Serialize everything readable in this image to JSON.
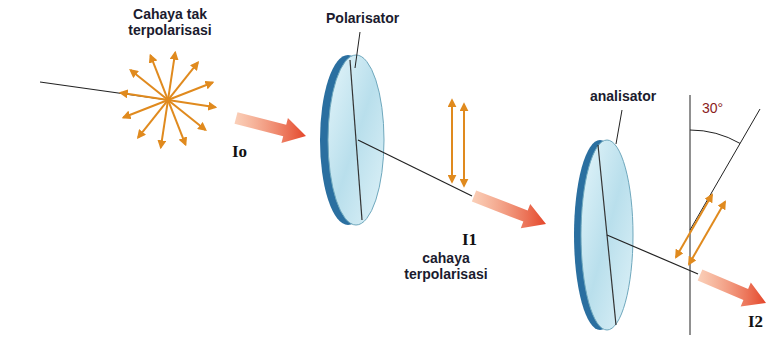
{
  "diagram": {
    "labels": [
      "Cahaya tak terpolarisasi",
      "Polarisator",
      "Io",
      "cahaya terpolarisasi",
      "I1",
      "analisator",
      "30°",
      "I2"
    ]
  }
}
